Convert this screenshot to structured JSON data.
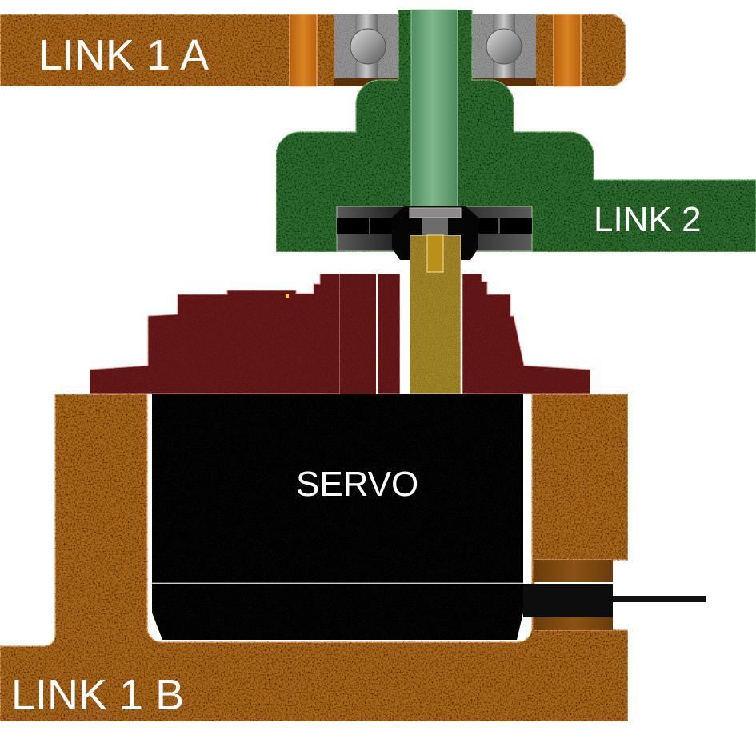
{
  "diagram": {
    "type": "mechanical-cross-section",
    "labels": {
      "link1a": "LINK 1 A",
      "link1b": "LINK 1 B",
      "link2": "LINK 2",
      "servo": "SERVO"
    },
    "colors": {
      "wood": "#a8651f",
      "wood_edge": "#f0b070",
      "spacer": "#c9721a",
      "bearing": "#9a9a9a",
      "link2": "#2e6b2e",
      "shaft": "#6aa57a",
      "servo_body": "#0d0d0d",
      "servo_horn_base": "#6a1a1a",
      "spline": "#a88a2a",
      "cable": "#111111",
      "text": "#ffffff"
    },
    "parts": [
      "link-1a-arm",
      "bearing-left",
      "bearing-right",
      "link-2-body",
      "output-shaft",
      "servo-horn",
      "servo-spline",
      "servo-mount-flange",
      "servo-body",
      "servo-cable",
      "link-1b-bracket"
    ]
  }
}
